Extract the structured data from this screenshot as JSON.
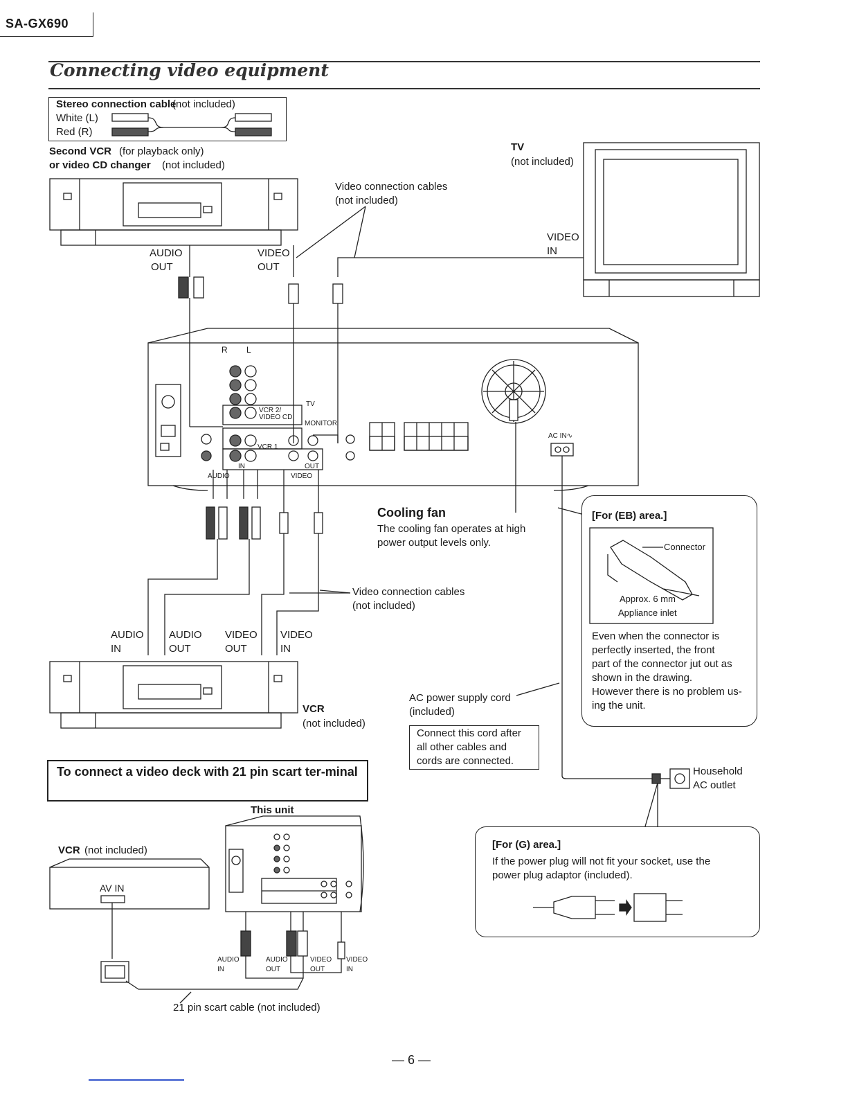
{
  "header": {
    "model": "SA-GX690"
  },
  "title": "Connecting video equipment",
  "legend": {
    "heading": "Stereo connection cable",
    "heading_note": "(not included)",
    "white": "White  (L)",
    "red": "Red     (R)"
  },
  "second_vcr": {
    "line1_bold": "Second VCR",
    "line1_note": "(for playback only)",
    "line2_bold": "or video CD changer",
    "line2_note": "(not included)",
    "audio_out": [
      "AUDIO",
      "OUT"
    ],
    "video_out": [
      "VIDEO",
      "OUT"
    ]
  },
  "video_cables_top": [
    "Video connection cables",
    "(not included)"
  ],
  "tv": {
    "label": "TV",
    "note": "(not included)",
    "video_in": [
      "VIDEO",
      "IN"
    ]
  },
  "receiver_panel": {
    "rl": [
      "R",
      "L"
    ],
    "tv": "TV",
    "vcr2": [
      "VCR 2/",
      "VIDEO CD"
    ],
    "monitor": "MONITOR",
    "vcr1": "VCR 1",
    "in": "IN",
    "out": "OUT",
    "audio": "AUDIO",
    "video": "VIDEO",
    "ac_in": "AC IN∿"
  },
  "cooling_fan": {
    "heading": "Cooling fan",
    "text": [
      "The cooling fan operates at high",
      "power output levels only."
    ]
  },
  "video_cables_mid": [
    "Video connection cables",
    "(not included)"
  ],
  "vcr": {
    "audio_in": [
      "AUDIO",
      "IN"
    ],
    "audio_out": [
      "AUDIO",
      "OUT"
    ],
    "video_out": [
      "VIDEO",
      "OUT"
    ],
    "video_in": [
      "VIDEO",
      "IN"
    ],
    "label": "VCR",
    "note": "(not included)"
  },
  "ac_cord": [
    "AC power supply cord",
    "(included)"
  ],
  "cord_note": [
    "Connect this cord after",
    "all other cables and",
    "cords are connected."
  ],
  "eb_area": {
    "heading": "[For (EB) area.]",
    "connector": "Connector",
    "approx": "Approx. 6 mm",
    "inlet": "Appliance inlet",
    "text": [
      "Even when the connector is",
      "perfectly inserted, the front",
      "part of the connector jut out as",
      "shown in the drawing.",
      "However there is no problem us-",
      "ing the unit."
    ]
  },
  "outlet": [
    "Household",
    "AC outlet"
  ],
  "scart": {
    "heading": "To connect a video deck with 21 pin scart ter-minal",
    "this_unit": "This unit",
    "vcr_bold": "VCR",
    "vcr_note": "(not included)",
    "av_in": "AV IN",
    "audio_in": [
      "AUDIO",
      "IN"
    ],
    "audio_out": [
      "AUDIO",
      "OUT"
    ],
    "video_out": [
      "VIDEO",
      "OUT"
    ],
    "video_in": [
      "VIDEO",
      "IN"
    ],
    "cable": "21 pin scart cable (not included)"
  },
  "g_area": {
    "heading": "[For (G) area.]",
    "text": [
      "If the power plug will not fit your socket, use the",
      "power plug adaptor (included)."
    ]
  },
  "page_number": "— 6 —"
}
